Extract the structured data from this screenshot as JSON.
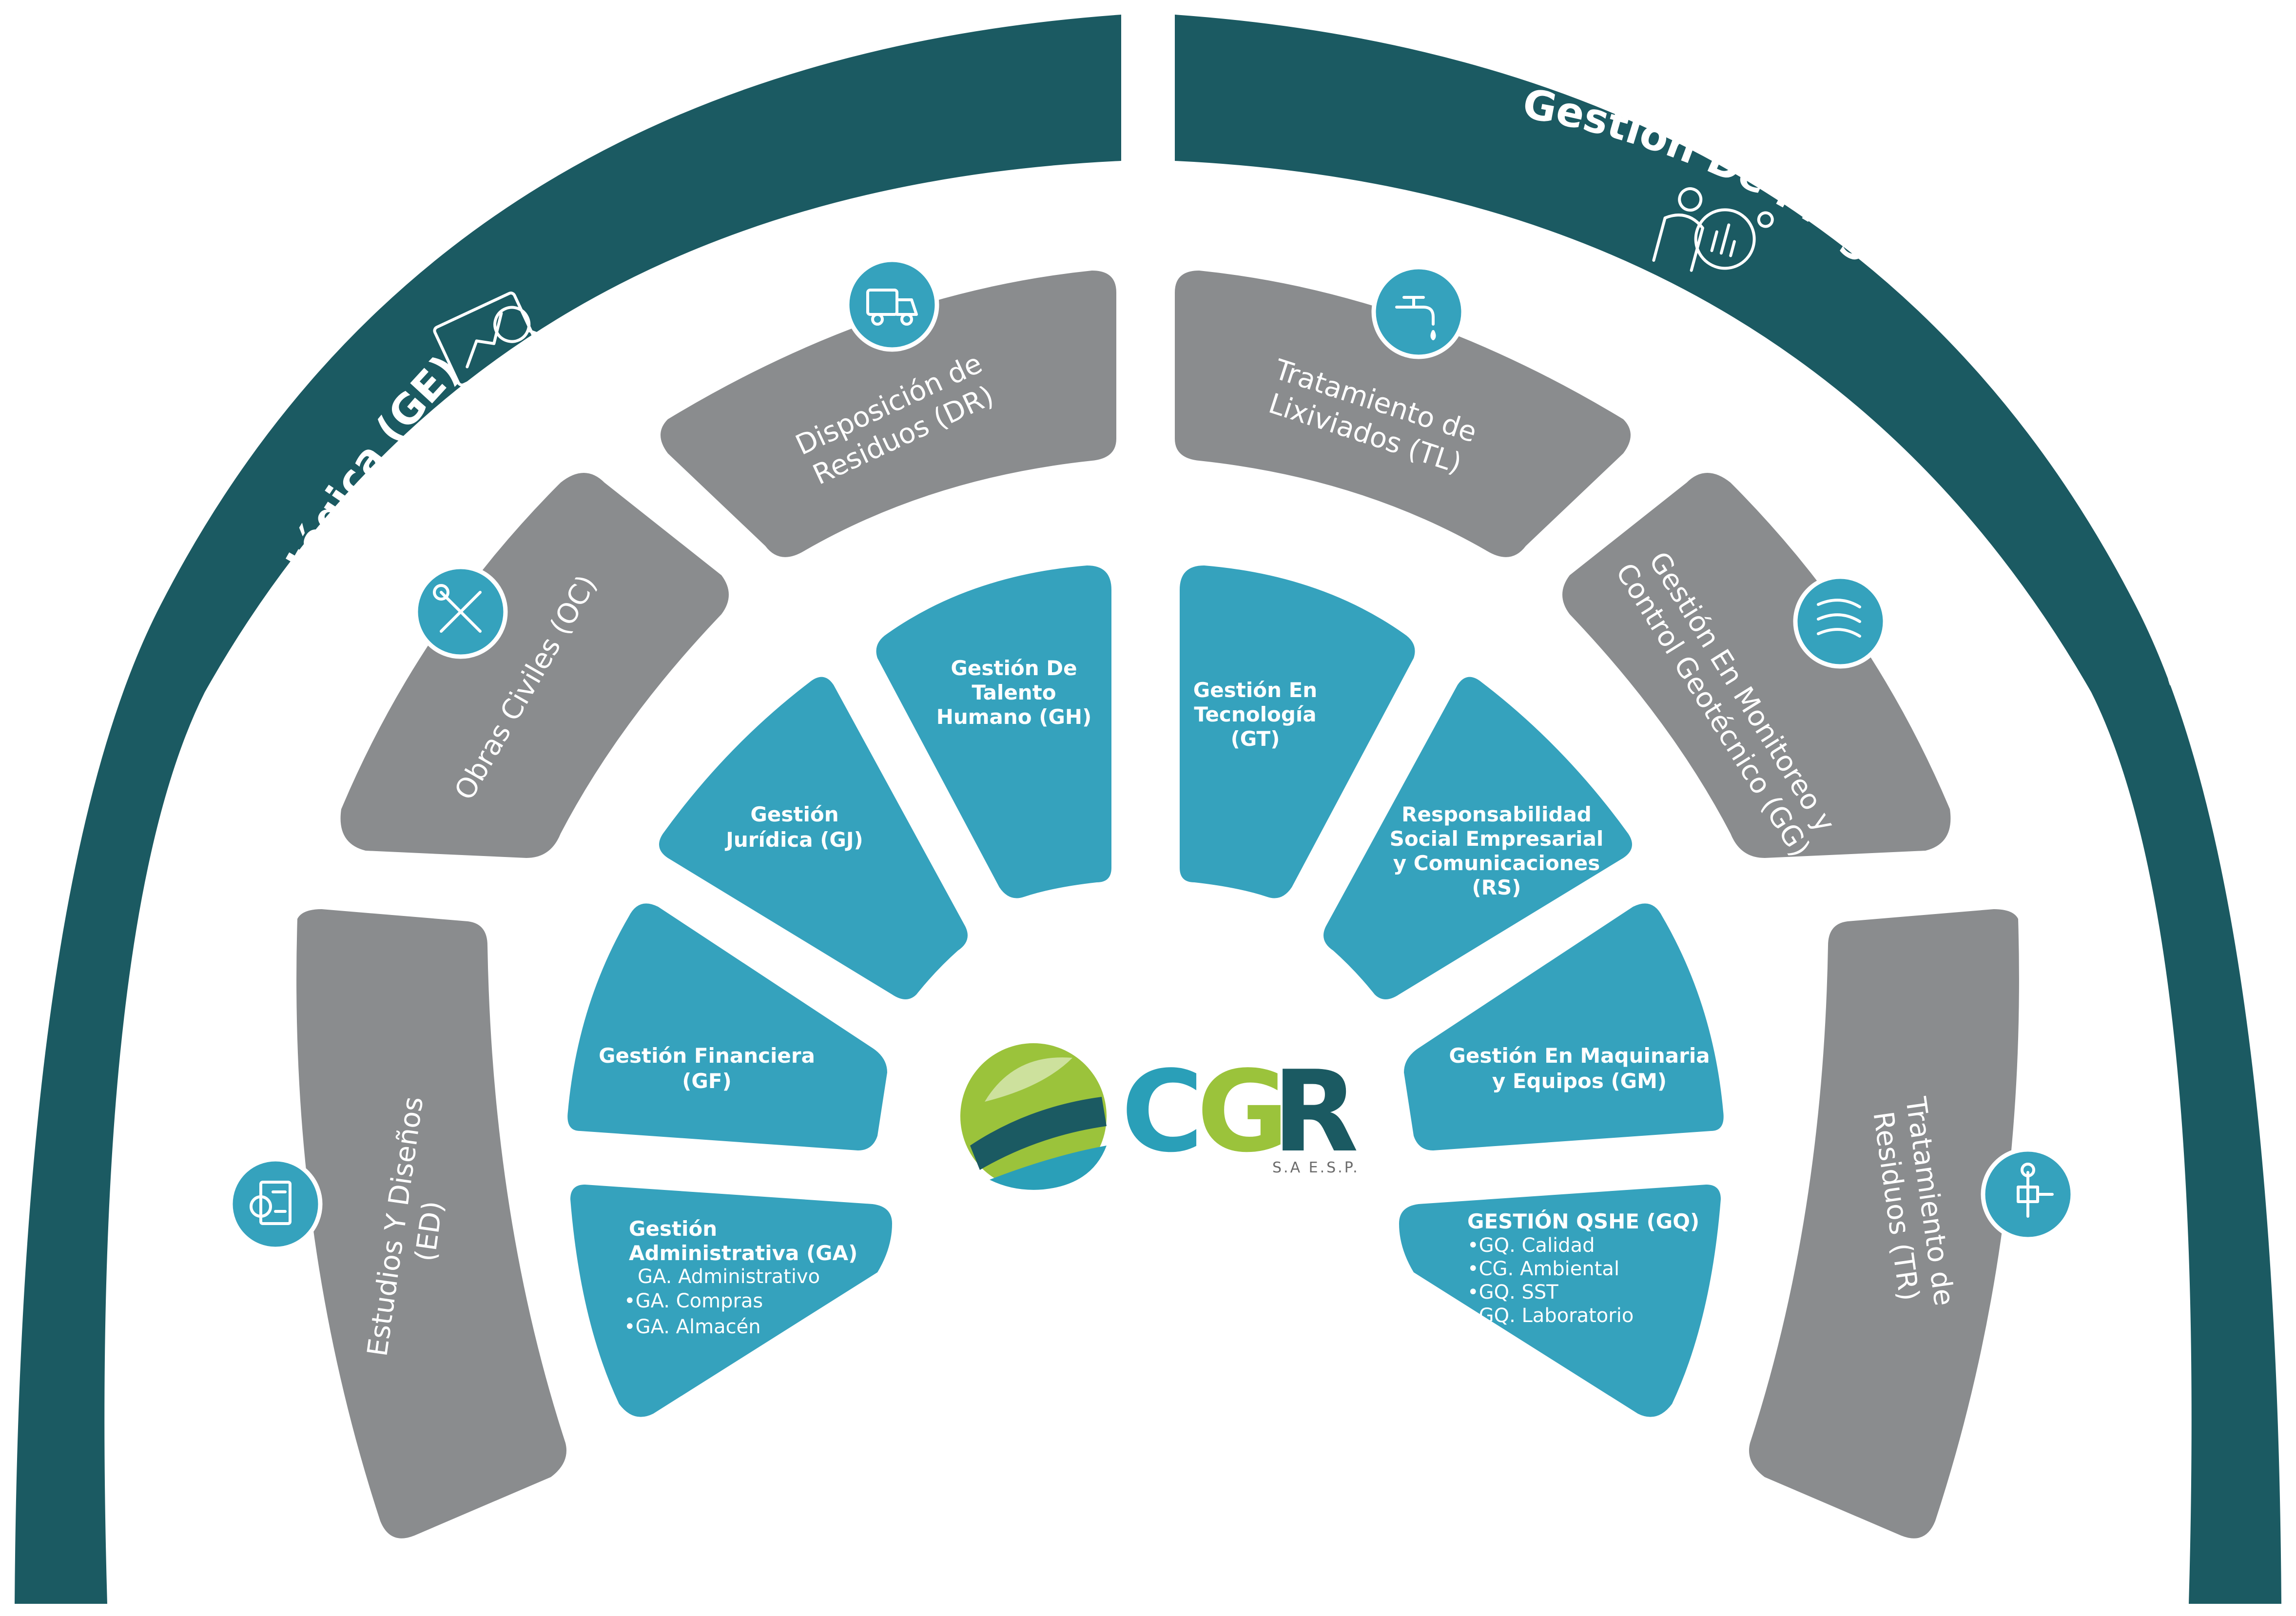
{
  "colors": {
    "outer": "#1b5a62",
    "middle": "#8a8c8e",
    "inner": "#35a2bd",
    "logo_teal": "#2a9fb8",
    "logo_dark": "#1b5a62",
    "logo_green": "#9bc33b"
  },
  "outer": {
    "left_label": "Gestión Estratégica (GE)",
    "right_label": "Gestión De Programas Y Proyectos (GP)",
    "left_icon": "presentation-chart-icon",
    "right_icon": "engineer-analytics-icon"
  },
  "middle": {
    "ed": {
      "line1": "Estudios Y Diseños",
      "line2": "(ED)",
      "icon": "document-gear-icon"
    },
    "oc": {
      "line1": "Obras Civiles (OC)",
      "icon": "wrench-screwdriver-icon"
    },
    "dr": {
      "line1": "Disposición de",
      "line2": "Residuos (DR)",
      "icon": "recycling-truck-icon"
    },
    "tl": {
      "line1": "Tratamiento de",
      "line2": "Lixiviados (TL)",
      "icon": "water-faucet-icon"
    },
    "gg": {
      "line1": "Gestión En Monitoreo y",
      "line2": "Control Geotécnico (GG)",
      "icon": "geotechnical-layers-icon"
    },
    "tr": {
      "line1": "Tratamiento de",
      "line2": "Residuos (TR)",
      "icon": "pipe-valve-icon"
    }
  },
  "inner": {
    "ga": {
      "line1": "Gestión",
      "line2": "Administrativa (GA)",
      "items": [
        "GA. Administrativo",
        "•GA. Compras",
        "•GA. Almacén"
      ]
    },
    "gf": {
      "line1": "Gestión Financiera",
      "line2": "(GF)"
    },
    "gj": {
      "line1": "Gestión",
      "line2": "Jurídica (GJ)"
    },
    "gh": {
      "line1": "Gestión De",
      "line2": "Talento",
      "line3": "Humano (GH)"
    },
    "gt": {
      "line1": "Gestión En",
      "line2": "Tecnología",
      "line3": "(GT)"
    },
    "rs": {
      "line1": "Responsabilidad",
      "line2": "Social Empresarial",
      "line3": "y Comunicaciones",
      "line4": "(RS)"
    },
    "gm": {
      "line1": "Gestión En Maquinaria",
      "line2": "y Equipos (GM)"
    },
    "gq": {
      "line1": "GESTIÓN QSHE (GQ)",
      "items": [
        "•GQ. Calidad",
        "•CG. Ambiental",
        "•GQ. SST",
        "•GQ. Laboratorio"
      ]
    }
  },
  "logo": {
    "text_c1": "C",
    "text_g": "G",
    "text_r": "R",
    "subtitle": "S.A E.S.P."
  }
}
